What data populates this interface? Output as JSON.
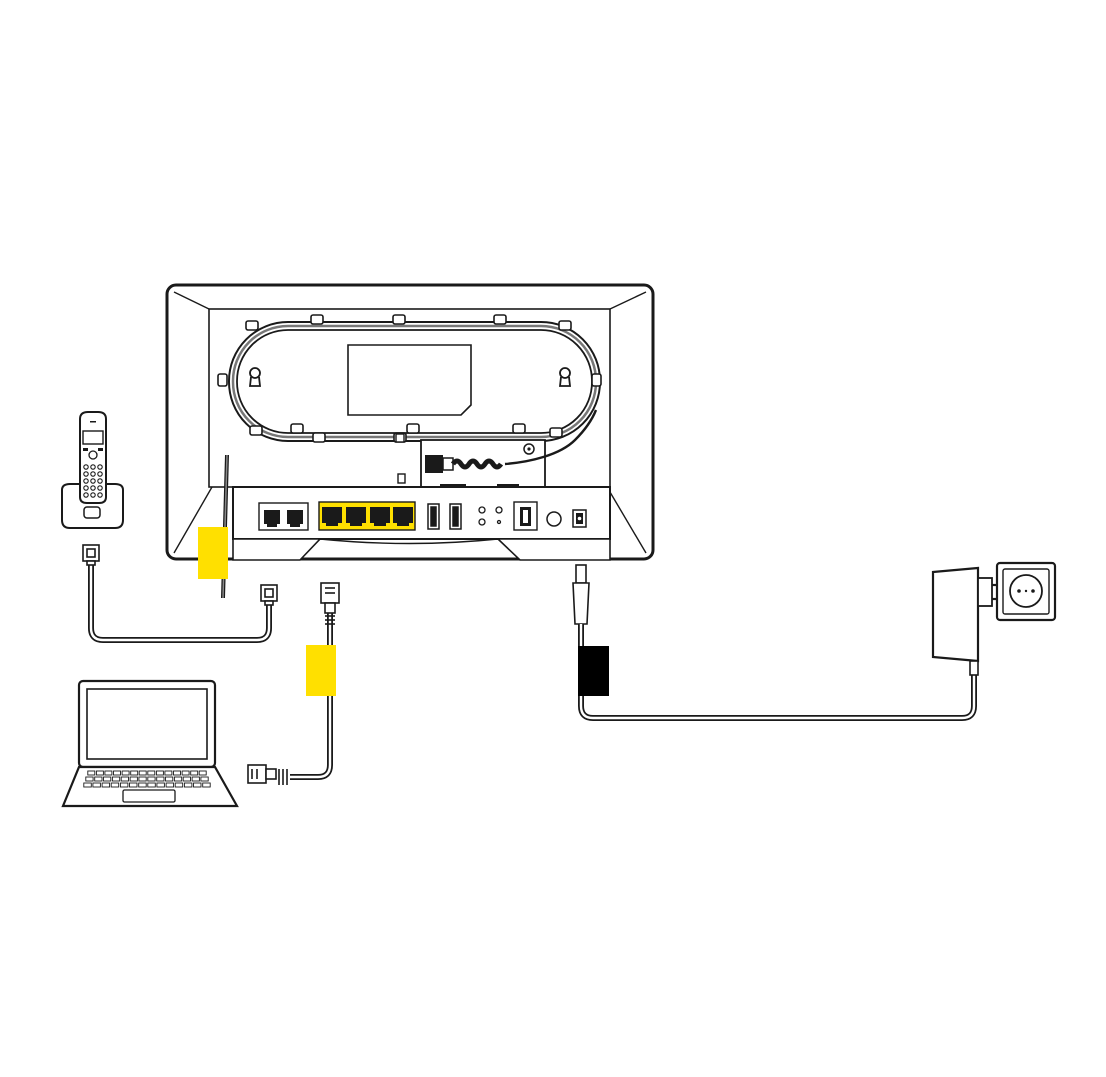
{
  "diagram": {
    "colors": {
      "accent": "#FFE000",
      "line": "#1a1a1a",
      "panel": "#ffffff",
      "cable_tag_power": "#000000"
    },
    "devices": [
      {
        "id": "router",
        "icon": "router-back-panel-icon"
      },
      {
        "id": "phone",
        "icon": "cordless-phone-icon"
      },
      {
        "id": "laptop",
        "icon": "laptop-icon"
      },
      {
        "id": "power-adapter",
        "icon": "power-adapter-icon"
      },
      {
        "id": "wall-socket",
        "icon": "wall-socket-icon"
      }
    ],
    "router_ports": {
      "phone_ports": 2,
      "lan_ports": 4,
      "usb_ports": 2
    },
    "connections": [
      {
        "from": "phone",
        "to": "router-phone-port",
        "tag_color": "#FFE000"
      },
      {
        "from": "laptop",
        "to": "router-lan-port",
        "tag_color": "#FFE000"
      },
      {
        "from": "power-adapter",
        "to": "router-power-port",
        "tag_color": "#000000"
      }
    ]
  }
}
